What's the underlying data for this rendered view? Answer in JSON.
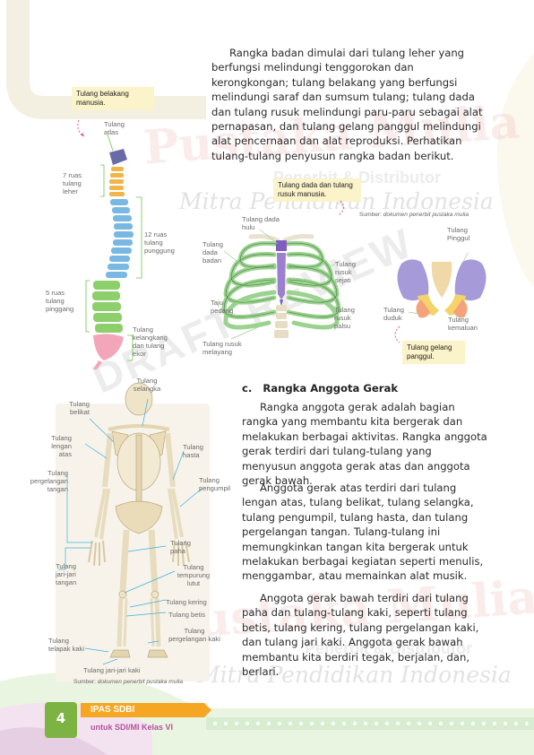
{
  "paragraphs": {
    "p1": "Rangka badan dimulai dari tulang leher yang berfungsi melindungi tenggorokan dan kerongkongan; tulang belakang yang berfungsi melindungi saraf dan sumsum tulang; tulang dada dan tulang rusuk melindungi paru-paru sebagai alat pernapasan, dan tulang gelang panggul melindungi alat pencernaan dan alat reproduksi. Perhatikan tulang-tulang penyusun rangka badan berikut.",
    "p2": "Rangka anggota gerak adalah bagian rangka yang membantu kita bergerak dan melakukan berbagai aktivitas. Rangka anggota gerak terdiri dari tulang-tulang yang menyusun anggota gerak atas dan anggota gerak bawah.",
    "p3": "Anggota gerak atas terdiri dari tulang lengan atas, tulang belikat, tulang selangka, tulang pengumpil, tulang hasta, dan tulang pergelangan tangan. Tulang-tulang ini memungkinkan tangan kita bergerak untuk melakukan berbagai kegiatan seperti menulis, menggambar, atau memainkan alat musik.",
    "p4": "Anggota gerak bawah terdiri dari tulang paha dan tulang-tulang kaki, seperti tulang betis, tulang kering, tulang pergelangan kaki, dan tulang jari kaki. Anggota gerak bawah membantu kita berdiri tegak, berjalan, dan, berlari."
  },
  "section": {
    "letter": "c.",
    "title": "Rangka Anggota Gerak"
  },
  "spine": {
    "note": "Tulang belakang manusia.",
    "labels": {
      "atlas": "Tulang atlas",
      "leher": "7 ruas tulang leher",
      "punggung": "12 ruas tulang punggung",
      "pinggang": "5 ruas tulang pinggang",
      "ekor": "Tulang kelangkang dan tulang ekor"
    }
  },
  "ribcage": {
    "note": "Tulang dada dan tulang rusuk manusia.",
    "source_prefix": "Sumber: ",
    "source": "dokumen penerbit pustaka mulia",
    "labels": {
      "hulu": "Tulang dada hulu",
      "badan": "Tulang dada badan",
      "taju": "Taju pedang",
      "melayang": "Tulang rusuk melayang",
      "sejati": "Tulang rusuk sejati",
      "palsu": "Tulang rusuk palsu"
    }
  },
  "pelvis": {
    "note": "Tulang gelang panggul.",
    "labels": {
      "pinggul": "Tulang Pinggul",
      "duduk": "Tulang duduk",
      "kemaluan": "Tulang kemaluan"
    }
  },
  "skeleton": {
    "source_prefix": "Sumber: ",
    "source": "dokumen penerbit pustaka mulia",
    "labels": {
      "selangka": "Tulang selangka",
      "belikat": "Tulang belikat",
      "lengan_atas": "Tulang lengan atas",
      "pergelangan_tangan": "Tulang pergelangan tangan",
      "hasta": "Tulang hasta",
      "pengumpil": "Tulang pengumpil",
      "jari_tangan": "Tulang jari-jari tangan",
      "paha": "Tulang paha",
      "tempurung": "Tulang tempurung lutut",
      "kering": "Tulang kering",
      "betis": "Tulang betis",
      "pergelangan_kaki": "Tulang pergelangan kaki",
      "telapak_kaki": "Tulang telapak kaki",
      "jari_kaki": "Tulang jari-jari kaki"
    }
  },
  "watermark": {
    "brand": "Pustaka Mulia",
    "publisher": "Penerbit & Distributor",
    "tagline": "Mitra Pendidikan Indonesia",
    "draft": "DRAFT REVIEW"
  },
  "footer": {
    "page_number": "4",
    "book_title": "IPAS SDBI",
    "subtitle": "untuk SDI/MI Kelas VI"
  },
  "colors": {
    "footer_orange": "#f5a623",
    "footer_purple": "#b4539b",
    "footer_green": "#7cb342",
    "note_yellow": "#fbf3c9",
    "spine_orange": "#f0b64a",
    "spine_blue": "#79b8e3",
    "spine_green": "#8dcf6a",
    "spine_pink": "#f3a6b8",
    "rib_green": "#9bd28f",
    "sternum_purple": "#9c7fcf"
  }
}
